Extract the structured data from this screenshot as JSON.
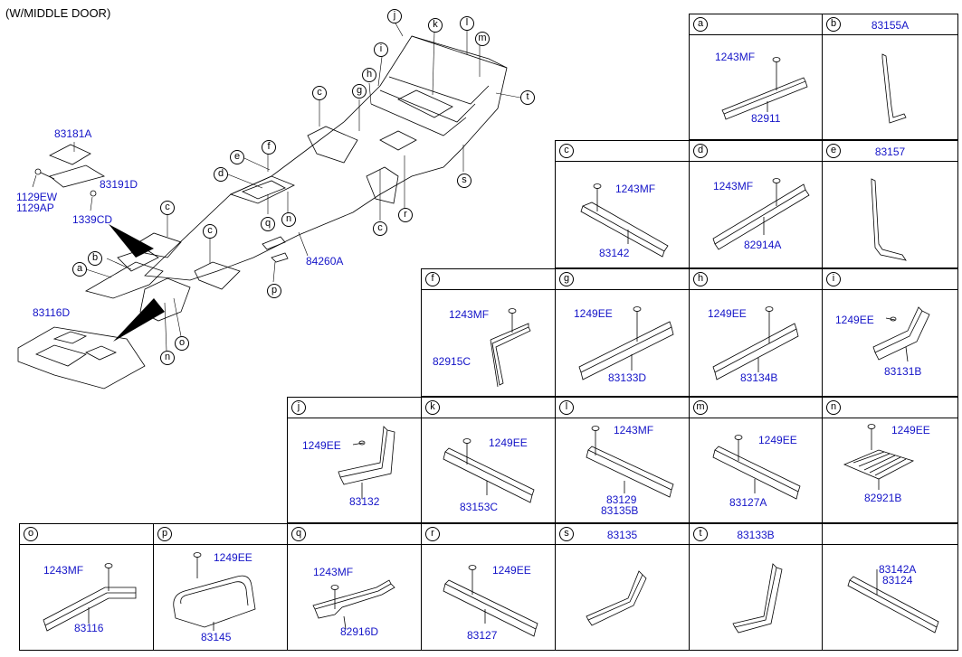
{
  "title": "(W/MIDDLE DOOR)",
  "main": {
    "labels": {
      "l83181A": "83181A",
      "l83191D": "83191D",
      "l1129EW": "1129EW",
      "l1129AP": "1129AP",
      "l1339CD": "1339CD",
      "l83116D": "83116D",
      "l84260A": "84260A"
    },
    "callouts": [
      "j",
      "k",
      "l",
      "m",
      "i",
      "h",
      "g",
      "c",
      "t",
      "f",
      "e",
      "d",
      "s",
      "q",
      "n",
      "r",
      "c",
      "c",
      "b",
      "a",
      "p",
      "o",
      "n"
    ]
  },
  "cells": [
    {
      "letter": "a",
      "header_part": "",
      "parts": [
        "1243MF",
        "82911"
      ]
    },
    {
      "letter": "b",
      "header_part": "83155A",
      "parts": []
    },
    {
      "letter": "c",
      "header_part": "",
      "parts": [
        "1243MF",
        "83142"
      ]
    },
    {
      "letter": "d",
      "header_part": "",
      "parts": [
        "1243MF",
        "82914A"
      ]
    },
    {
      "letter": "e",
      "header_part": "83157",
      "parts": []
    },
    {
      "letter": "f",
      "header_part": "",
      "parts": [
        "1243MF",
        "82915C"
      ]
    },
    {
      "letter": "g",
      "header_part": "",
      "parts": [
        "1249EE",
        "83133D"
      ]
    },
    {
      "letter": "h",
      "header_part": "",
      "parts": [
        "1249EE",
        "83134B"
      ]
    },
    {
      "letter": "i",
      "header_part": "",
      "parts": [
        "1249EE",
        "83131B"
      ]
    },
    {
      "letter": "j",
      "header_part": "",
      "parts": [
        "1249EE",
        "83132"
      ]
    },
    {
      "letter": "k",
      "header_part": "",
      "parts": [
        "1249EE",
        "83153C"
      ]
    },
    {
      "letter": "l",
      "header_part": "",
      "parts": [
        "1243MF",
        "83129",
        "83135B"
      ]
    },
    {
      "letter": "m",
      "header_part": "",
      "parts": [
        "1249EE",
        "83127A"
      ]
    },
    {
      "letter": "n",
      "header_part": "",
      "parts": [
        "1249EE",
        "82921B"
      ]
    },
    {
      "letter": "o",
      "header_part": "",
      "parts": [
        "1243MF",
        "83116"
      ]
    },
    {
      "letter": "p",
      "header_part": "",
      "parts": [
        "1249EE",
        "83145"
      ]
    },
    {
      "letter": "q",
      "header_part": "",
      "parts": [
        "1243MF",
        "82916D"
      ]
    },
    {
      "letter": "r",
      "header_part": "",
      "parts": [
        "1249EE",
        "83127"
      ]
    },
    {
      "letter": "s",
      "header_part": "83135",
      "parts": []
    },
    {
      "letter": "t",
      "header_part": "83133B",
      "parts": []
    },
    {
      "letter": "",
      "header_part": "",
      "parts": [
        "83142A",
        "83124"
      ]
    }
  ]
}
